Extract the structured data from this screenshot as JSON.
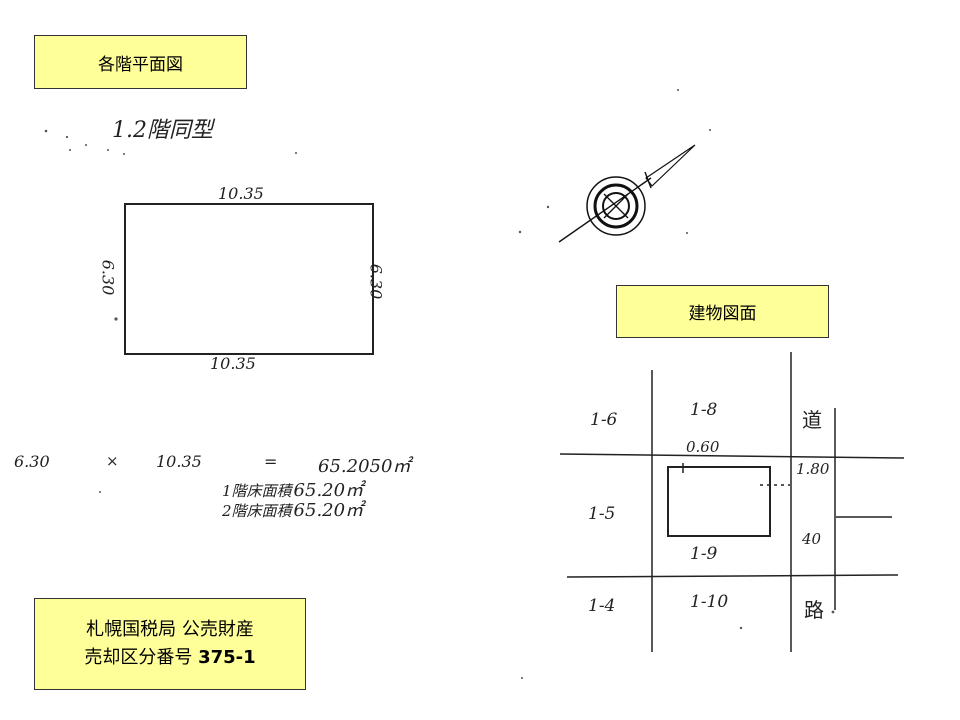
{
  "titles": {
    "floor_plans": "各階平面図",
    "building_drawing": "建物図面",
    "office_line1": "札幌国税局  公売財産",
    "office_line2_prefix": "売却区分番号 ",
    "office_line2_number": "375-1"
  },
  "floor_plan": {
    "heading": "1.2階同型",
    "top_dim": "10.35",
    "bottom_dim": "10.35",
    "left_dim": "6.30",
    "right_dim": "6.30"
  },
  "calc": {
    "a": "6.30",
    "op": "×",
    "b": "10.35",
    "eq": "=",
    "result": "65.2050",
    "result_unit": "㎡",
    "floor1_label": "1階床面積",
    "floor1_value": "65.20㎡",
    "floor2_label": "2階床面積",
    "floor2_value": "65.20㎡"
  },
  "site_map": {
    "lot_1_6": "1-6",
    "lot_1_8": "1-8",
    "dim_060": "0.60",
    "lot_1_5": "1-5",
    "lot_1_9": "1-9",
    "lot_1_4": "1-4",
    "lot_1_10": "1-10",
    "road_char1": "道",
    "road_char2": "路",
    "dim_180": "1.80",
    "dim_40": "40"
  }
}
